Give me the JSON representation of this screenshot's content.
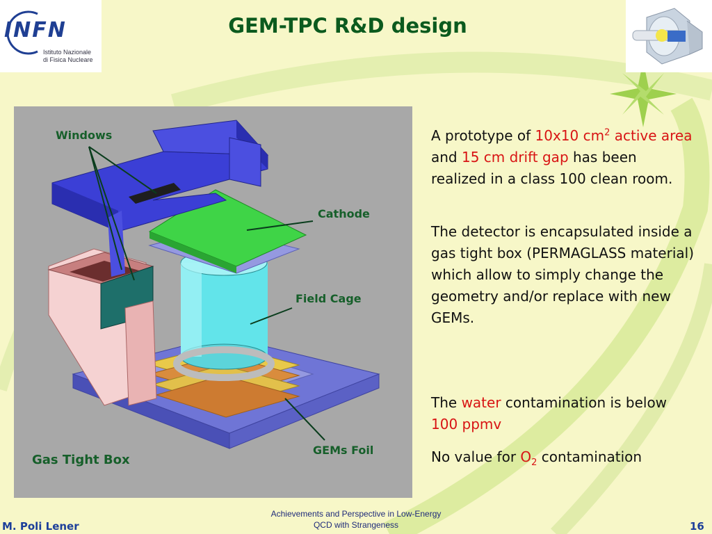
{
  "header": {
    "title": "GEM-TPC R&D design",
    "logo_left": {
      "mark": "INFN",
      "subtitle_line1": "Istituto Nazionale",
      "subtitle_line2": "di Fisica Nucleare"
    }
  },
  "figure": {
    "labels": {
      "windows": "Windows",
      "cathode": "Cathode",
      "field_cage": "Field Cage",
      "gems_foil": "GEMs Foil",
      "gas_tight_box": "Gas Tight Box"
    }
  },
  "body": {
    "p1": {
      "t1": "A prototype of ",
      "t2": "10x10 cm",
      "t2_sup": "2",
      "t3": "active area",
      "t4": " and ",
      "t5": "15 cm drift gap",
      "t6": " has been realized in a class 100 clean room."
    },
    "p2": "The detector is encapsulated inside a gas tight box (PERMAGLASS material) which allow to simply change the geometry and/or replace with new GEMs.",
    "p3": {
      "t1": "The ",
      "t2": "water",
      "t3": " contamination is below ",
      "t4": "100 ppmv"
    },
    "p4": {
      "t1": "No value for ",
      "t2": "O",
      "t2_sub": "2",
      "t3": " contamination"
    }
  },
  "footer": {
    "author": "M. Poli Lener",
    "conference_line1": "Achievements and Perspective in Low-Energy",
    "conference_line2": "QCD with Strangeness",
    "page_number": "16"
  },
  "colors": {
    "title": "#0b5a1e",
    "highlight": "#d81414",
    "label": "#165f2a",
    "footer": "#1d3f9a",
    "background": "#f7f7c8"
  }
}
